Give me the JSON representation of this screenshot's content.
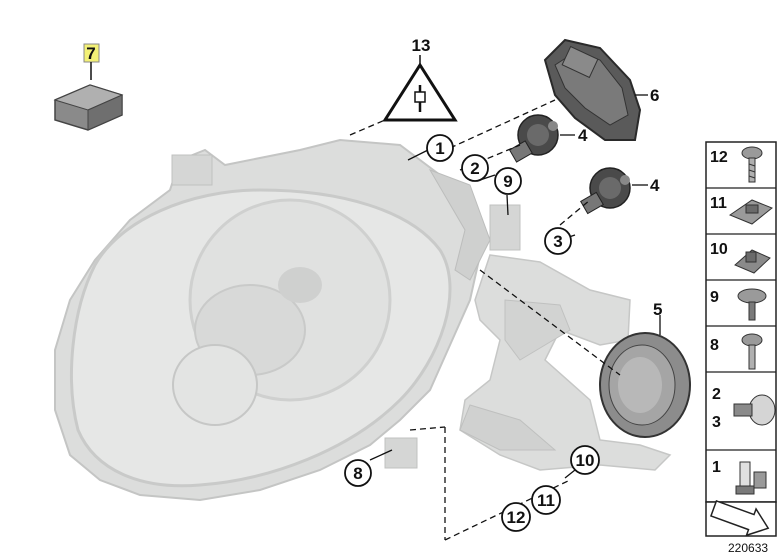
{
  "callouts": {
    "c1": "1",
    "c2": "2",
    "c3": "3",
    "c4a": "4",
    "c4b": "4",
    "c5": "5",
    "c6": "6",
    "c7": "7",
    "c8": "8",
    "c9": "9",
    "c10": "10",
    "c11": "11",
    "c12": "12",
    "c13": "13"
  },
  "legend": {
    "r12": "12",
    "r11": "11",
    "r10": "10",
    "r9": "9",
    "r8": "8",
    "r2": "2",
    "r3": "3",
    "r1": "1"
  },
  "diagram_id": "220633",
  "colors": {
    "housing": "#d9dad9",
    "housing_stroke": "#bcbdbc",
    "dark_part": "#4a4a4a",
    "mid_part": "#8a8a8a",
    "highlight": "#f3f176",
    "line": "#111111"
  }
}
